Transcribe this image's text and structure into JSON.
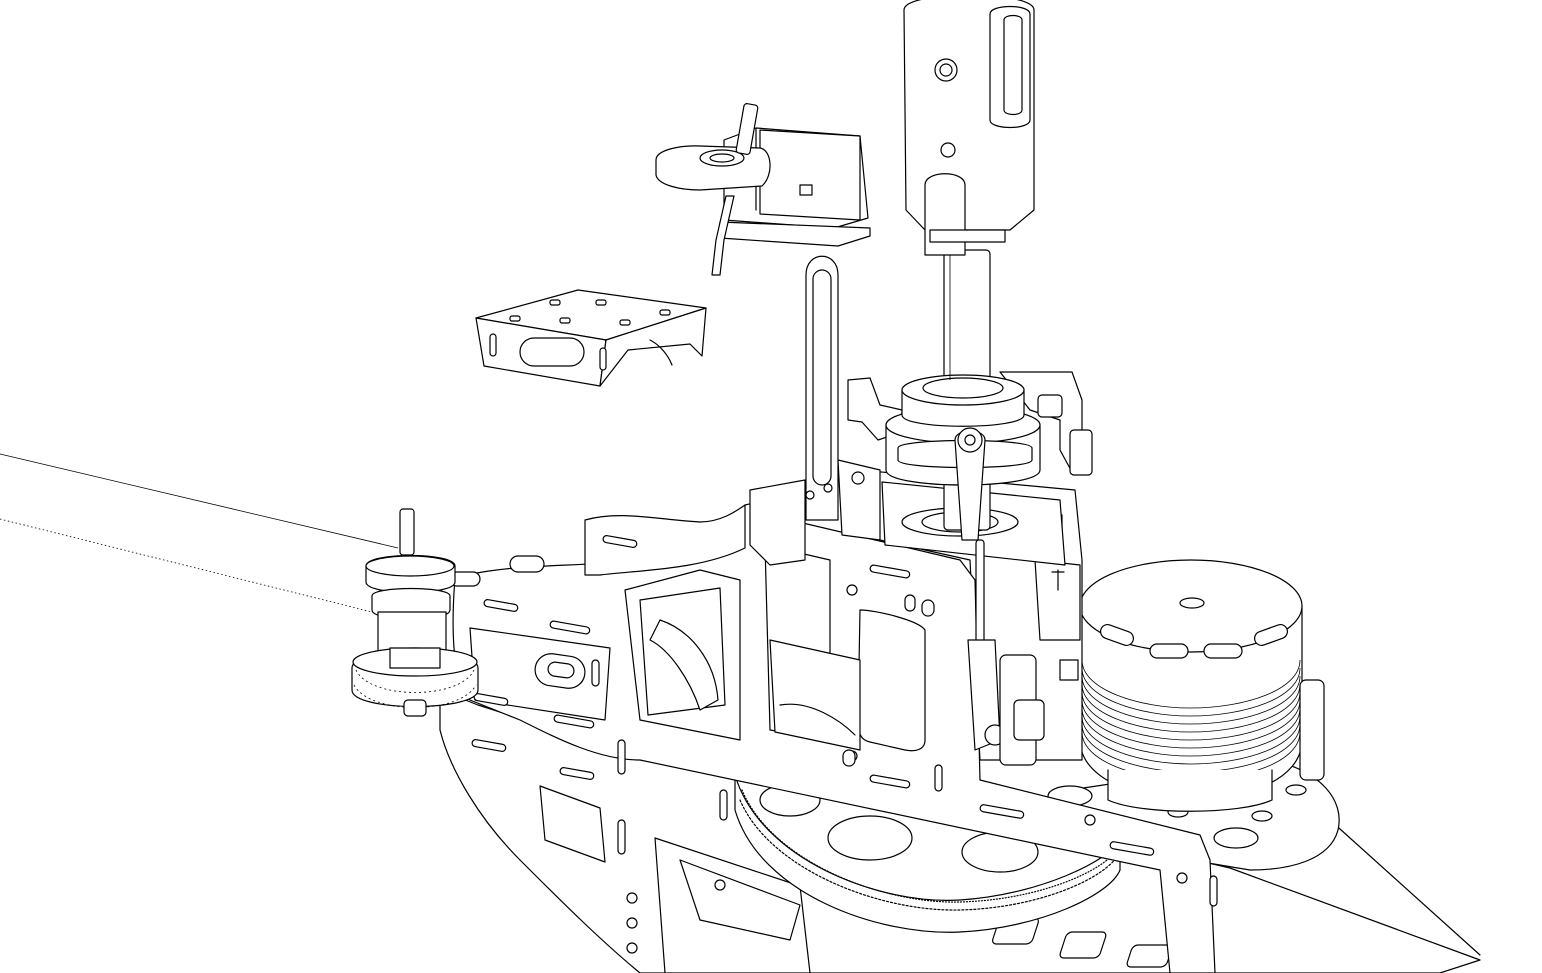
{
  "figure": {
    "background": "#ffffff",
    "line_color": "#000000",
    "components": [
      {
        "id": "main-shaft",
        "icon": "rotor-head-icon"
      },
      {
        "id": "swashplate",
        "icon": "swashplate-icon"
      },
      {
        "id": "servo-with-arm",
        "icon": "servo-icon"
      },
      {
        "id": "gyro-mount-plate",
        "icon": "mount-plate-icon"
      },
      {
        "id": "brushless-motor",
        "icon": "motor-icon"
      },
      {
        "id": "tail-drive-pinion",
        "icon": "pinion-gear-icon"
      },
      {
        "id": "main-gear",
        "icon": "main-gear-icon"
      },
      {
        "id": "side-frames",
        "icon": "frame-icon"
      },
      {
        "id": "tail-boom",
        "icon": "tail-boom-icon"
      }
    ]
  }
}
